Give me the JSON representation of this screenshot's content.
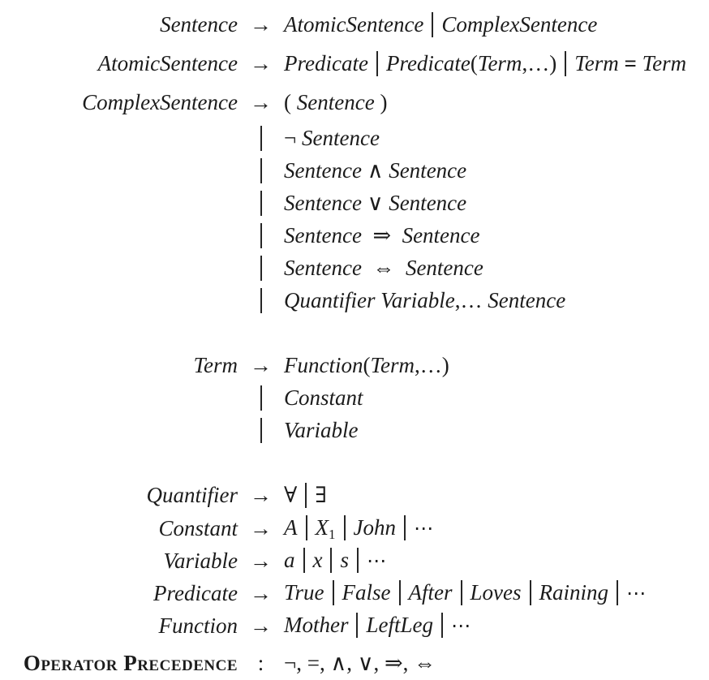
{
  "grammar": {
    "arrow_symbol": "→",
    "colon_symbol": ":",
    "alternative_bar_symbol": "|",
    "rows": [
      {
        "lhs": "Sentence",
        "op": "arrow",
        "rhs": [
          {
            "k": "nt",
            "t": "AtomicSentence"
          },
          {
            "k": "bar"
          },
          {
            "k": "nt",
            "t": "ComplexSentence"
          }
        ]
      },
      {
        "lhs": "AtomicSentence",
        "op": "arrow",
        "rhs": [
          {
            "k": "nt",
            "t": "Predicate"
          },
          {
            "k": "bar"
          },
          {
            "k": "nt",
            "t": "Predicate"
          },
          {
            "k": "rm",
            "t": "("
          },
          {
            "k": "nt",
            "t": "Term"
          },
          {
            "k": "rm",
            "t": ",…)"
          },
          {
            "k": "bar"
          },
          {
            "k": "nt",
            "t": "Term"
          },
          {
            "k": "bfeq",
            "t": " = "
          },
          {
            "k": "nt",
            "t": "Term"
          }
        ]
      },
      {
        "lhs": "ComplexSentence",
        "op": "arrow",
        "rhs": [
          {
            "k": "rm",
            "t": "( "
          },
          {
            "k": "nt",
            "t": "Sentence"
          },
          {
            "k": "rm",
            "t": " )"
          }
        ]
      },
      {
        "lhs": "",
        "op": "bar",
        "rhs": [
          {
            "k": "rm",
            "t": "¬ "
          },
          {
            "k": "nt",
            "t": "Sentence"
          }
        ]
      },
      {
        "lhs": "",
        "op": "bar",
        "rhs": [
          {
            "k": "nt",
            "t": "Sentence"
          },
          {
            "k": "rm",
            "t": " ∧ "
          },
          {
            "k": "nt",
            "t": "Sentence"
          }
        ]
      },
      {
        "lhs": "",
        "op": "bar",
        "rhs": [
          {
            "k": "nt",
            "t": "Sentence"
          },
          {
            "k": "rm",
            "t": " ∨ "
          },
          {
            "k": "nt",
            "t": "Sentence"
          }
        ]
      },
      {
        "lhs": "",
        "op": "bar",
        "rhs": [
          {
            "k": "nt",
            "t": "Sentence"
          },
          {
            "k": "rm",
            "t": "  ⇒  "
          },
          {
            "k": "nt",
            "t": "Sentence"
          }
        ]
      },
      {
        "lhs": "",
        "op": "bar",
        "rhs": [
          {
            "k": "nt",
            "t": "Sentence"
          },
          {
            "k": "rm",
            "t": "  ⇔  "
          },
          {
            "k": "nt",
            "t": "Sentence"
          }
        ]
      },
      {
        "lhs": "",
        "op": "bar",
        "rhs": [
          {
            "k": "nt",
            "t": "Quantifier Variable"
          },
          {
            "k": "rm",
            "t": ",… "
          },
          {
            "k": "nt",
            "t": "Sentence"
          }
        ]
      },
      {
        "lhs": "Term",
        "op": "arrow",
        "rhs": [
          {
            "k": "nt",
            "t": "Function"
          },
          {
            "k": "rm",
            "t": "("
          },
          {
            "k": "nt",
            "t": "Term"
          },
          {
            "k": "rm",
            "t": ",…)"
          }
        ]
      },
      {
        "lhs": "",
        "op": "bar",
        "rhs": [
          {
            "k": "nt",
            "t": "Constant"
          }
        ]
      },
      {
        "lhs": "",
        "op": "bar",
        "rhs": [
          {
            "k": "nt",
            "t": "Variable"
          }
        ]
      },
      {
        "lhs": "Quantifier",
        "op": "arrow",
        "rhs": [
          {
            "k": "rm",
            "t": "∀"
          },
          {
            "k": "bar"
          },
          {
            "k": "rm",
            "t": "∃"
          }
        ]
      },
      {
        "lhs": "Constant",
        "op": "arrow",
        "rhs": [
          {
            "k": "nt",
            "t": "A"
          },
          {
            "k": "bar"
          },
          {
            "k": "ntsub",
            "t": "X",
            "sub": "1"
          },
          {
            "k": "bar"
          },
          {
            "k": "nt",
            "t": "John"
          },
          {
            "k": "bar"
          },
          {
            "k": "cd",
            "t": "⋯"
          }
        ]
      },
      {
        "lhs": "Variable",
        "op": "arrow",
        "rhs": [
          {
            "k": "nt",
            "t": "a"
          },
          {
            "k": "bar"
          },
          {
            "k": "nt",
            "t": "x"
          },
          {
            "k": "bar"
          },
          {
            "k": "nt",
            "t": "s"
          },
          {
            "k": "bar"
          },
          {
            "k": "cd",
            "t": "⋯"
          }
        ]
      },
      {
        "lhs": "Predicate",
        "op": "arrow",
        "rhs": [
          {
            "k": "nt",
            "t": "True"
          },
          {
            "k": "bar"
          },
          {
            "k": "nt",
            "t": "False"
          },
          {
            "k": "bar"
          },
          {
            "k": "nt",
            "t": "After"
          },
          {
            "k": "bar"
          },
          {
            "k": "nt",
            "t": "Loves"
          },
          {
            "k": "bar"
          },
          {
            "k": "nt",
            "t": "Raining"
          },
          {
            "k": "bar"
          },
          {
            "k": "cd",
            "t": "⋯"
          }
        ]
      },
      {
        "lhs": "Function",
        "op": "arrow",
        "rhs": [
          {
            "k": "nt",
            "t": "Mother"
          },
          {
            "k": "bar"
          },
          {
            "k": "nt",
            "t": "LeftLeg"
          },
          {
            "k": "bar"
          },
          {
            "k": "cd",
            "t": "⋯"
          }
        ]
      },
      {
        "lhs": "Operator Precedence",
        "lhs_style": "smallcaps",
        "op": "colon",
        "rhs": [
          {
            "k": "rm",
            "t": "¬, =, ∧, ∨, ⇒, ⇔"
          }
        ]
      }
    ]
  }
}
